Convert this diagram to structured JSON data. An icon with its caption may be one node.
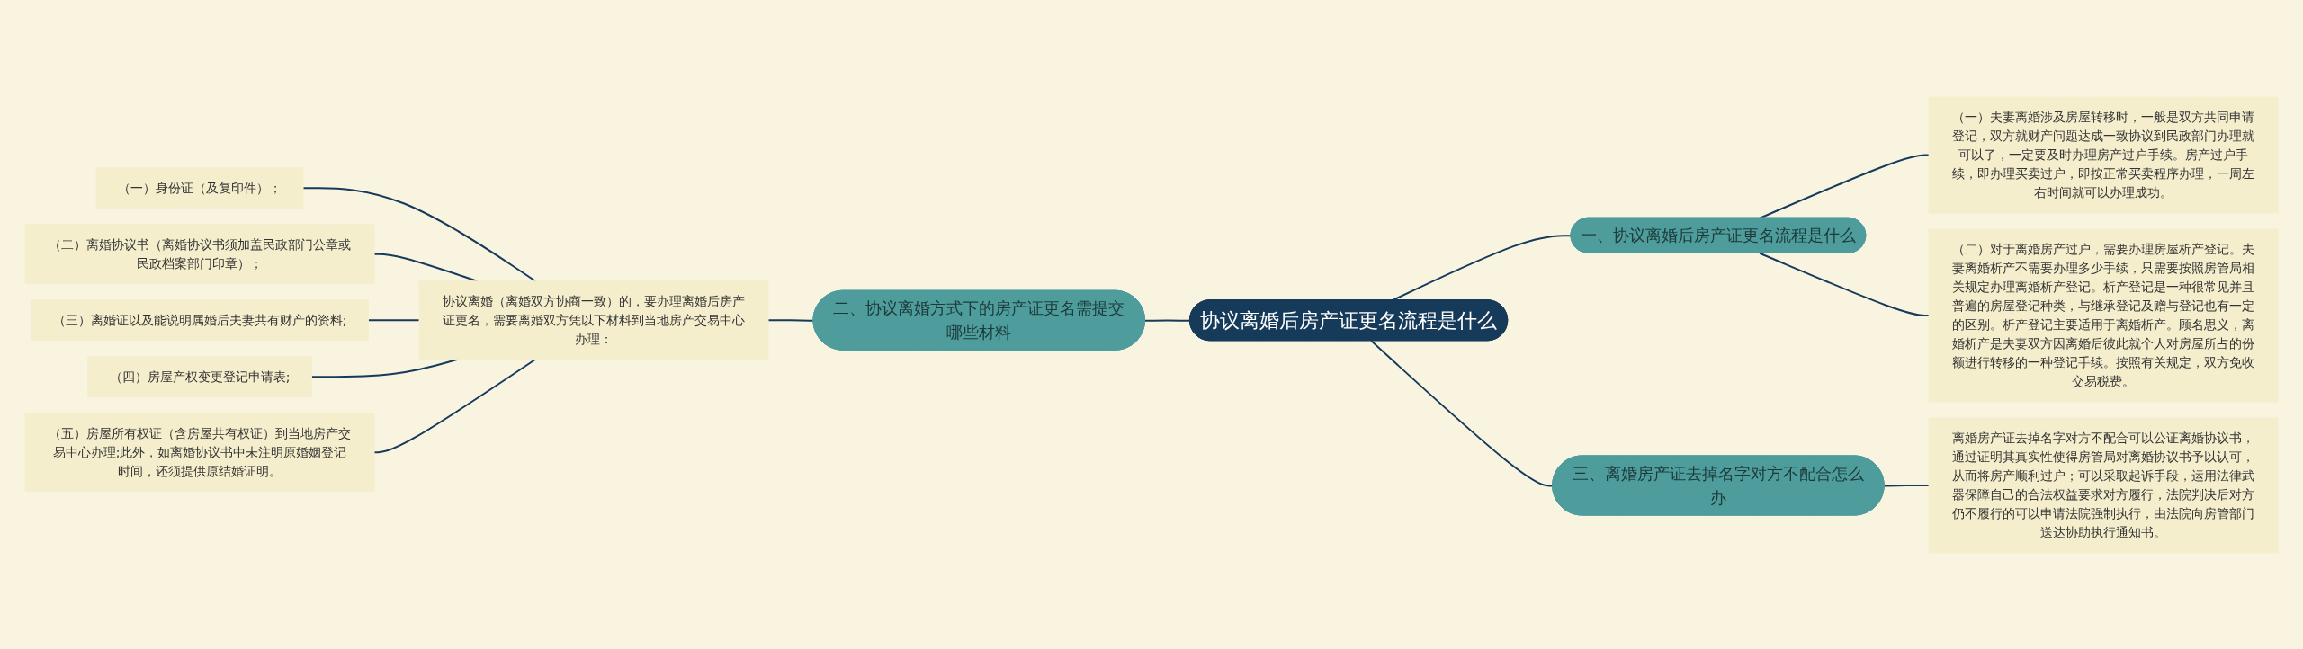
{
  "diagram": {
    "nodes": [
      {
        "text": [
          "协议离婚后房产证更名流程是什么"
        ]
      },
      {
        "text": [
          "一、协议离婚后房产证更名流程是什么"
        ]
      },
      {
        "text": [
          "（一）夫妻离婚涉及房屋转移时，一般是双方共同申请登记，双方就财产问题达成一致协议到民政部门办理就可以了，一定要及时办理房产过户手续。房产过户手续，即办理买卖过户，即按正常买卖程序办理，一周左右时间就可以办理成功。"
        ]
      },
      {
        "text": [
          "（二）对于离婚房产过户，需要办理房屋析产登记。夫妻离婚析产不需要办理多少手续，只需要按照房管局相关规定办理离婚析产登记。析产登记是一种很常见并且普遍的房屋登记种类，与继承登记及赠与登记也有一定的区别。析产登记主要适用于离婚析产。顾名思义，离婚析产是夫妻双方因离婚后彼此就个人对房屋所占的份额进行转移的一种登记手续。按照有关规定，双方免收交易税费。"
        ]
      },
      {
        "text": [
          "二、协议离婚方式下的房产证更名需提交哪些材料"
        ]
      },
      {
        "text": [
          "协议离婚（离婚双方协商一致）的，要办理离婚后房产证更名，需要离婚双方凭以下材料到当地房产交易中心办理："
        ]
      },
      {
        "text": [
          "（一）身份证（及复印件）；"
        ]
      },
      {
        "text": [
          "（二）离婚协议书（离婚协议书须加盖民政部门公章或民政档案部门印章）；"
        ]
      },
      {
        "text": [
          "（三）离婚证以及能说明属婚后夫妻共有财产的资料;"
        ]
      },
      {
        "text": [
          "（四）房屋产权变更登记申请表;"
        ]
      },
      {
        "text": [
          "（五）房屋所有权证（含房屋共有权证）到当地房产交易中心办理;此外，如离婚协议书中未注明原婚姻登记时间，还须提供原结婚证明。"
        ]
      },
      {
        "text": [
          "三、离婚房产证去掉名字对方不配合怎么办"
        ]
      },
      {
        "text": [
          "离婚房产证去掉名字对方不配合可以公证离婚协议书，通过证明其真实性使得房管局对离婚协议书予以认可，从而将房产顺利过户；可以采取起诉手段，运用法律武器保障自己的合法权益要求对方履行，法院判决后对方仍不履行的可以申请法院强制执行，由法院向房管部门送达协助执行通知书。"
        ]
      }
    ],
    "edges": [
      {
        "from": 0,
        "to": 1,
        "arrow": "none"
      },
      {
        "from": 1,
        "to": 2,
        "arrow": "none"
      },
      {
        "from": 1,
        "to": 3,
        "arrow": "none"
      },
      {
        "from": 4,
        "to": 0,
        "arrow": "none"
      },
      {
        "from": 5,
        "to": 4,
        "arrow": "none"
      },
      {
        "from": 6,
        "to": 5,
        "arrow": "none"
      },
      {
        "from": 7,
        "to": 5,
        "arrow": "none"
      },
      {
        "from": 8,
        "to": 5,
        "arrow": "none"
      },
      {
        "from": 9,
        "to": 5,
        "arrow": "none"
      },
      {
        "from": 10,
        "to": 5,
        "arrow": "none"
      },
      {
        "from": 0,
        "to": 11,
        "arrow": "none"
      },
      {
        "from": 11,
        "to": 12,
        "arrow": "none"
      }
    ]
  }
}
